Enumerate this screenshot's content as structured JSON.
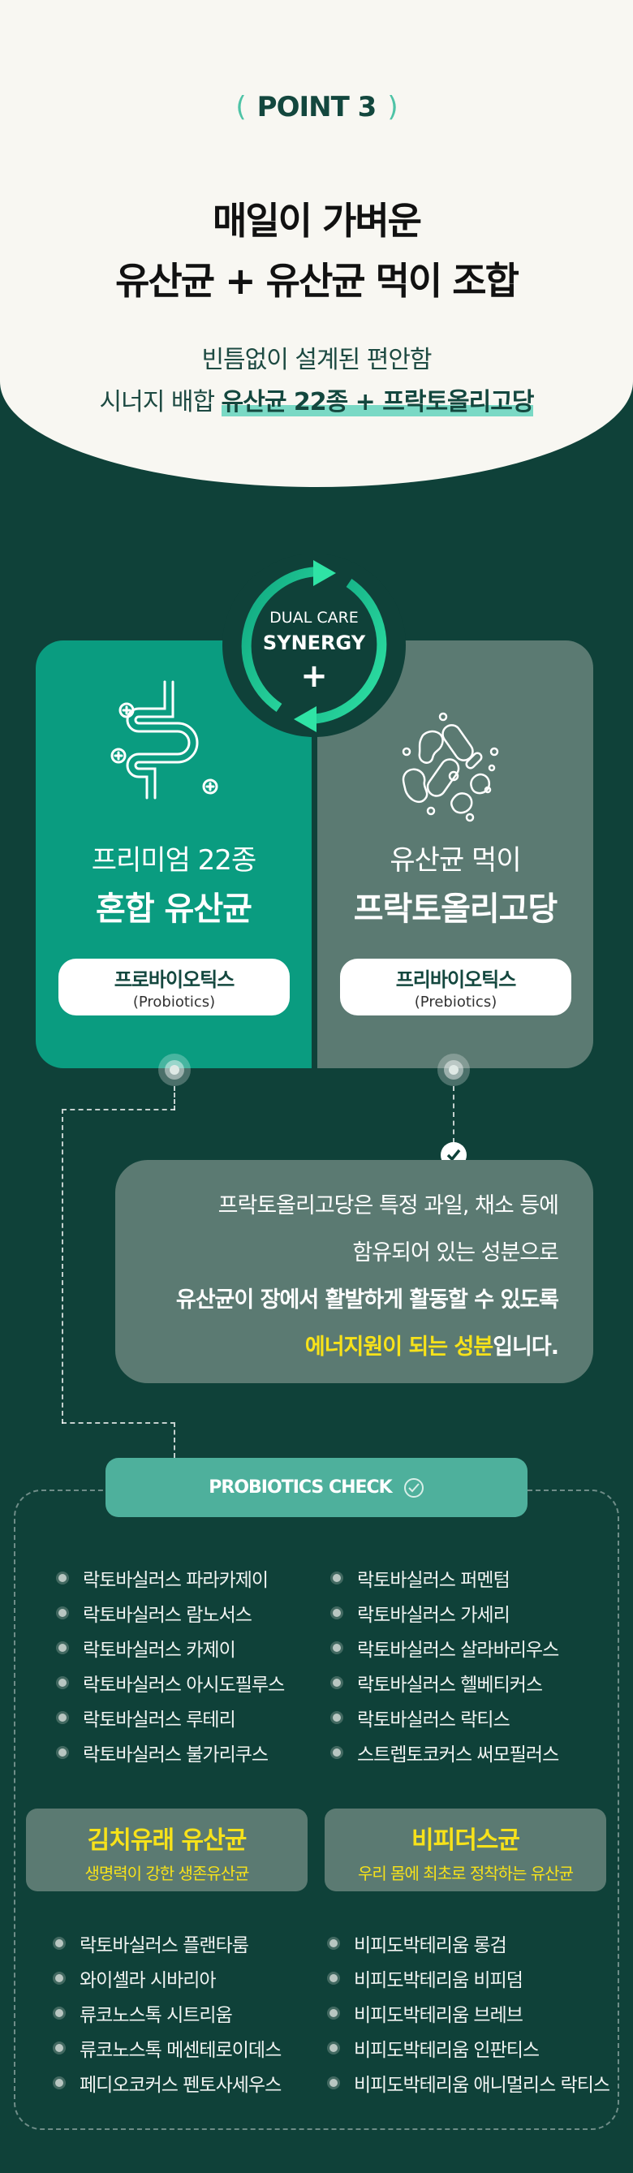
{
  "point": {
    "open": "(",
    "label": "POINT",
    "number": "3",
    "close": ")"
  },
  "title": {
    "line1": "매일이 가벼운",
    "line2": "유산균 + 유산균 먹이 조합"
  },
  "subtitle": {
    "line1": "빈틈없이 설계된 편안함",
    "line2_prefix": "시너지 배합 ",
    "line2_highlight": "유산균 22종 + 프락토올리고당"
  },
  "synergy": {
    "line1": "DUAL CARE",
    "line2": "SYNERGY",
    "plus": "+"
  },
  "cards": [
    {
      "line1": "프리미엄 22종",
      "line2": "혼합 유산균",
      "pill_label": "프로바이오틱스",
      "pill_sub": "(Probiotics)",
      "icon": "intestine-icon",
      "color": "#0a9c80"
    },
    {
      "line1": "유산균 먹이",
      "line2": "프락토올리고당",
      "pill_label": "프리바이오틱스",
      "pill_sub": "(Prebiotics)",
      "icon": "bacteria-icon",
      "color": "#5b7a72"
    }
  ],
  "info": {
    "line1": "프락토올리고당은 특정 과일, 채소 등에",
    "line2": "함유되어 있는 성분으로",
    "line3": "유산균이 장에서 활발하게 활동할 수 있도록",
    "line4_highlight": "에너지원이 되는 성분",
    "line4_rest": "입니다."
  },
  "check": {
    "title": "PROBIOTICS CHECK"
  },
  "list_main": {
    "left": [
      "락토바실러스 파라카제이",
      "락토바실러스 람노서스",
      "락토바실러스 카제이",
      "락토바실러스 아시도필루스",
      "락토바실러스 루테리",
      "락토바실러스 불가리쿠스"
    ],
    "right": [
      "락토바실러스 퍼멘텀",
      "락토바실러스 가세리",
      "락토바실러스 살라바리우스",
      "락토바실러스 헬베티커스",
      "락토바실러스 락티스",
      "스트렙토코커스 써모필러스"
    ]
  },
  "groups": [
    {
      "title": "김치유래 유산균",
      "subtitle": "생명력이 강한 생존유산균",
      "items": [
        "락토바실러스 플랜타룸",
        "와이셀라 시바리아",
        "류코노스톡 시트리움",
        "류코노스톡 메센테로이데스",
        "페디오코커스 펜토사세우스"
      ]
    },
    {
      "title": "비피더스균",
      "subtitle": "우리 몸에 최초로 정착하는 유산균",
      "items": [
        "비피도박테리움 롱검",
        "비피도박테리움 비피덤",
        "비피도박테리움 브레브",
        "비피도박테리움 인판티스",
        "비피도박테리움 애니멀리스 락티스"
      ]
    }
  ],
  "colors": {
    "background": "#0f4139",
    "accent": "#4eb09c",
    "highlight": "#f7e21a"
  }
}
